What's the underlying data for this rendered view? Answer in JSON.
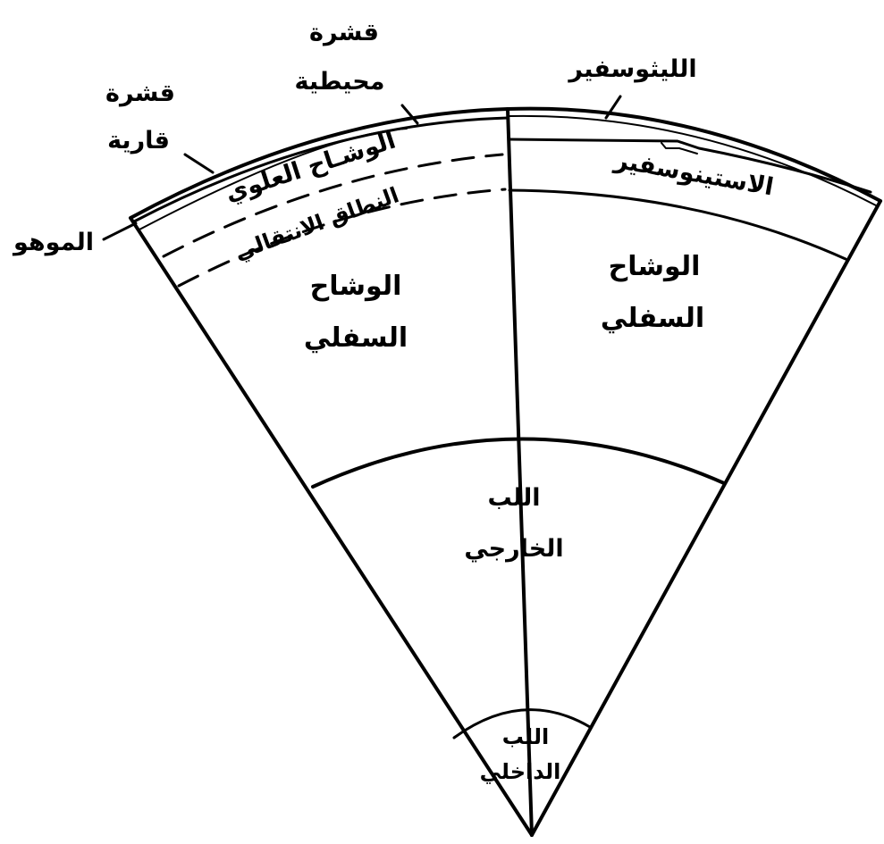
{
  "diagram": {
    "labels": {
      "oceanic_crust_line1": "قشرة",
      "oceanic_crust_line2": "محيطية",
      "continental_crust_line1": "قشرة",
      "continental_crust_line2": "قارية",
      "moho": "الموهو",
      "lithosphere": "الليثوسفير",
      "asthenosphere": "الاستينوسفير",
      "upper_mantle": "الوشـاح العلوي",
      "transition_zone": "النطاق الانتقالي",
      "lower_mantle_left_line1": "الوشاح",
      "lower_mantle_left_line2": "السفلي",
      "lower_mantle_right_line1": "الوشاح",
      "lower_mantle_right_line2": "السفلي",
      "outer_core_line1": "اللب",
      "outer_core_line2": "الخارجي",
      "inner_core_line1": "اللب",
      "inner_core_line2": "الداخلي"
    },
    "colors": {
      "ink": "#000000",
      "paper": "#ffffff"
    }
  }
}
